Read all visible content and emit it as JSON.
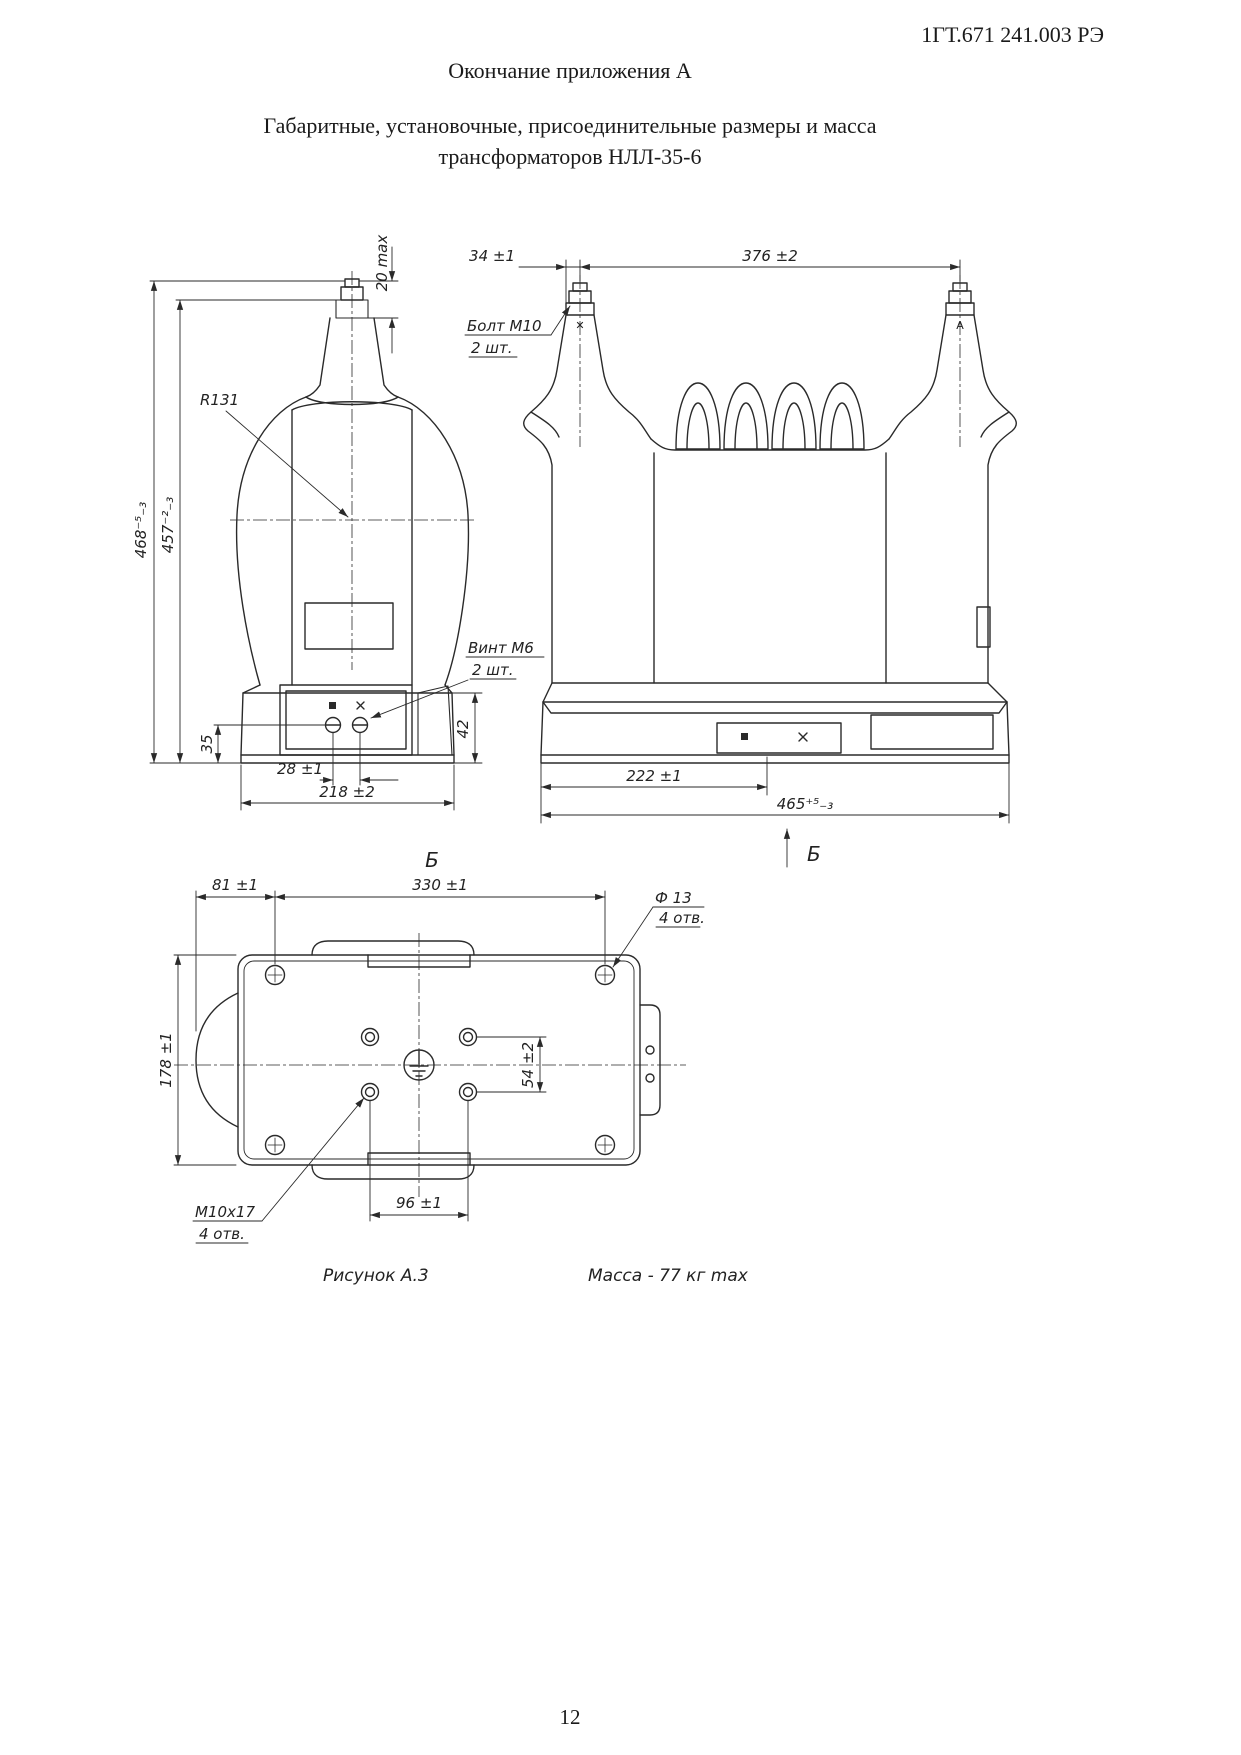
{
  "header": {
    "doc_code": "1ГТ.671 241.003 РЭ"
  },
  "title": "Окончание приложения А",
  "subtitle": {
    "line1": "Габаритные, установочные, присоединительные размеры и масса",
    "line2": "трансформаторов НЛЛ-35-6"
  },
  "side_view": {
    "dim_20max": "20 max",
    "radius_callout": "R131",
    "dim_468": "468⁻⁵₋₃",
    "dim_457": "457⁻²₋₃",
    "dim_35": "35",
    "dim_42": "42",
    "dim_28": "28 ±1",
    "dim_218": "218 ±2",
    "screw_callout_line1": "Винт М6",
    "screw_callout_line2": "2 шт."
  },
  "front_view": {
    "dim_34": "34 ±1",
    "dim_376": "376 ±2",
    "bolt_callout_line1": "Болт М10",
    "bolt_callout_line2": "2 шт.",
    "left_bushing_mark": "✕",
    "right_bushing_mark": "А",
    "dim_222": "222 ±1",
    "dim_465": "465⁺⁵₋₃",
    "view_arrow_label": "Б"
  },
  "bottom_view": {
    "view_label": "Б",
    "dim_81": "81 ±1",
    "dim_330": "330 ±1",
    "hole_callout_line1": "Ф 13",
    "hole_callout_line2": "4 отв.",
    "dim_54": "54 ±2",
    "dim_178": "178 ±1",
    "dim_96": "96 ±1",
    "thread_callout_line1": "М10х17",
    "thread_callout_line2": "4 отв."
  },
  "caption": {
    "figure": "Рисунок А.3",
    "mass": "Масса -  77 кг max"
  },
  "footer": {
    "page_number": "12"
  }
}
